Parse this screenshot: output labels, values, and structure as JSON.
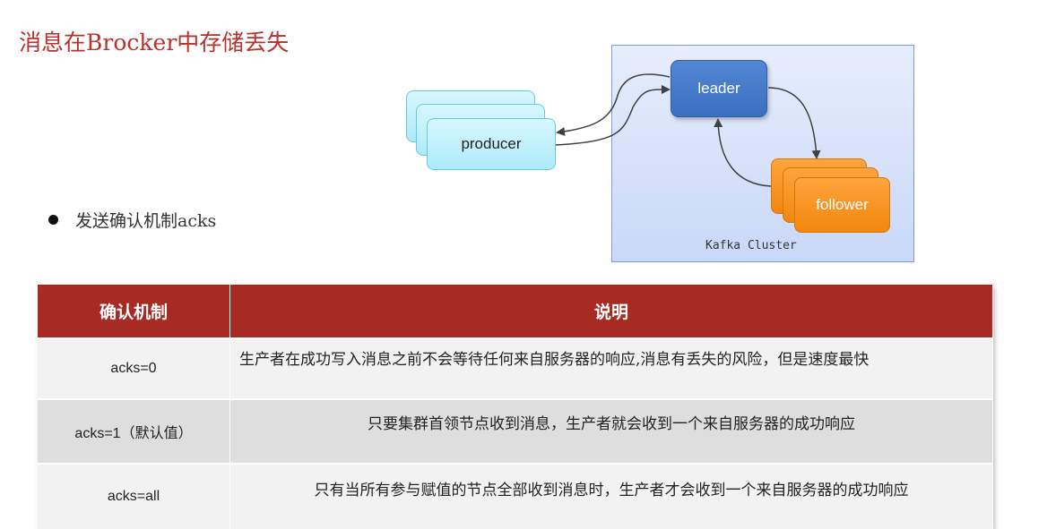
{
  "slide": {
    "title": "消息在Brocker中存储丢失",
    "bullet": "发送确认机制acks"
  },
  "diagram": {
    "producer_label": "producer",
    "leader_label": "leader",
    "follower_label": "follower",
    "cluster_label": "Kafka Cluster",
    "colors": {
      "producer": "#aeeafb",
      "leader": "#3a6fc0",
      "follower": "#f1870f",
      "cluster": "#c9d8f9"
    }
  },
  "table": {
    "headers": [
      "确认机制",
      "说明"
    ],
    "rows": [
      {
        "key": "acks=0",
        "desc": "生产者在成功写入消息之前不会等待任何来自服务器的响应,消息有丢失的风险，但是速度最快"
      },
      {
        "key": "acks=1（默认值）",
        "desc": "只要集群首领节点收到消息，生产者就会收到一个来自服务器的成功响应"
      },
      {
        "key": "acks=all",
        "desc": "只有当所有参与赋值的节点全部收到消息时，生产者才会收到一个来自服务器的成功响应"
      }
    ],
    "header_color": "#a72a23"
  }
}
